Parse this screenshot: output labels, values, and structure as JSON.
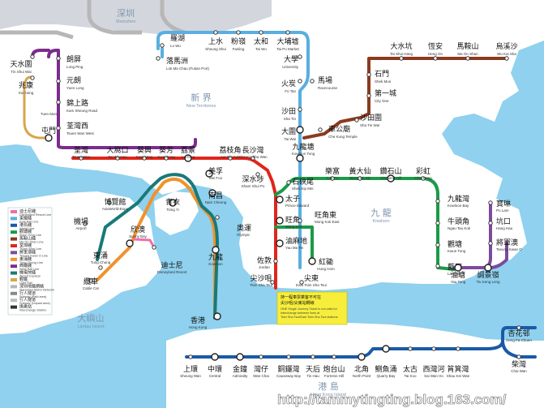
{
  "colors": {
    "water": "#8fd1ee",
    "land": "#ffffff",
    "border_land": "#d3d7dd",
    "east_rail": "#5aaee0",
    "west_rail": "#7b2c8e",
    "tsuen_wan": "#e1251b",
    "kwun_tong": "#1c9a48",
    "tseung_kwan_o": "#7d4a9c",
    "island": "#1a5aa6",
    "tung_chung": "#f0922b",
    "airport_express": "#187a78",
    "ma_on_shan": "#8b3a1f",
    "light_rail": "#d7a64b",
    "disney": "#f06ea9",
    "shenzhen_metro": "#b7b7b7"
  },
  "areas": {
    "shenzhen_zh": "深圳",
    "shenzhen_en": "Shenzhen",
    "new_territories_zh": "新 界",
    "new_territories_en": "New Territories",
    "kowloon_zh": "九 龍",
    "kowloon_en": "Kowloon",
    "lantau_zh": "大嶼山",
    "lantau_en": "Lantau Island",
    "hk_island_zh": "港 島",
    "hk_island_en": "Hong Kong Island"
  },
  "stations": {
    "lo_wu": {
      "zh": "羅湖",
      "en": "Lo Wu"
    },
    "lok_ma_chau": {
      "zh": "落馬洲",
      "en": "Lok Ma Chau (Futian Port)"
    },
    "sheung_shui": {
      "zh": "上水",
      "en": "Sheung Shui"
    },
    "fanling": {
      "zh": "粉嶺",
      "en": "Fanling"
    },
    "tai_wo": {
      "zh": "太和",
      "en": "Tai Wo"
    },
    "tai_po_market": {
      "zh": "大埔墟",
      "en": "Tai Po Market"
    },
    "university": {
      "zh": "大學",
      "en": "University"
    },
    "racecourse": {
      "zh": "馬場",
      "en": "Racecourse"
    },
    "fo_tan": {
      "zh": "火炭",
      "en": "Fo Tan"
    },
    "sha_tin": {
      "zh": "沙田",
      "en": "Sha Tin"
    },
    "tai_wai": {
      "zh": "大圍",
      "en": "Tai Wai"
    },
    "che_kung_temple": {
      "zh": "車公廟",
      "en": "Che Kung Temple"
    },
    "sha_tin_wai": {
      "zh": "沙田圍",
      "en": "Sha Tin Wai"
    },
    "city_one": {
      "zh": "第一城",
      "en": "City One"
    },
    "shek_mun": {
      "zh": "石門",
      "en": "Shek Mun"
    },
    "tai_shui_hang": {
      "zh": "大水坑",
      "en": "Tai Shui Hang"
    },
    "heng_on": {
      "zh": "恆安",
      "en": "Heng On"
    },
    "ma_on_shan": {
      "zh": "馬鞍山",
      "en": "Ma On Shan"
    },
    "wu_kai_sha": {
      "zh": "烏溪沙",
      "en": "Wu Kai Sha"
    },
    "tin_shui_wai": {
      "zh": "天水圍",
      "en": "Tin Shui Wai"
    },
    "siu_hong": {
      "zh": "兆康",
      "en": "Siu Hong"
    },
    "long_ping": {
      "zh": "朗屏",
      "en": "Long Ping"
    },
    "yuen_long": {
      "zh": "元朗",
      "en": "Yuen Long"
    },
    "kam_sheung_road": {
      "zh": "錦上路",
      "en": "Kam Sheung Road"
    },
    "tsuen_wan_west": {
      "zh": "荃灣西",
      "en": "Tsuen Wan West"
    },
    "tuen_mun": {
      "zh": "屯門",
      "en": "Tuen Mun"
    },
    "tsuen_wan": {
      "zh": "荃灣",
      "en": "Tsuen Wan"
    },
    "tai_wo_hau": {
      "zh": "大窩口",
      "en": "Tai Wo Hau"
    },
    "kwai_hing": {
      "zh": "葵興",
      "en": "Kwai Hing"
    },
    "kwai_fong": {
      "zh": "葵芳",
      "en": "Kwai Fong"
    },
    "lai_king": {
      "zh": "荔景",
      "en": "Lai King"
    },
    "lai_chi_kok": {
      "zh": "荔枝角",
      "en": "Lai Chi Kok"
    },
    "cheung_sha_wan": {
      "zh": "長沙灣",
      "en": "Cheung Sha Wan"
    },
    "kowloon_tong": {
      "zh": "九龍塘",
      "en": "Kowloon Tong"
    },
    "mei_foo": {
      "zh": "美孚",
      "en": "Mei Foo"
    },
    "sham_shui_po": {
      "zh": "深水埗",
      "en": "Sham Shui Po"
    },
    "nam_cheong": {
      "zh": "南昌",
      "en": "Nam Cheong"
    },
    "tsing_yi": {
      "zh": "青衣",
      "en": "Tsing Yi"
    },
    "shek_kip_mei": {
      "zh": "石硤尾",
      "en": "Shek Kip Mei"
    },
    "prince_edward": {
      "zh": "太子",
      "en": "Prince Edward"
    },
    "mong_kok": {
      "zh": "旺角",
      "en": "Mong Kok"
    },
    "mong_kok_east": {
      "zh": "旺角東",
      "en": "Mong Kok East"
    },
    "yau_ma_tei": {
      "zh": "油麻地",
      "en": "Yau Ma Tei"
    },
    "olympic": {
      "zh": "奧運",
      "en": "Olympic"
    },
    "kowloon": {
      "zh": "九龍",
      "en": "Kowloon"
    },
    "jordan": {
      "zh": "佐敦",
      "en": "Jordan"
    },
    "hung_hom": {
      "zh": "紅磡",
      "en": "Hung Hom"
    },
    "tsim_sha_tsui": {
      "zh": "尖沙咀",
      "en": "Tsim Sha Tsui"
    },
    "east_tsim_sha_tsui": {
      "zh": "尖東",
      "en": "East Tsim Sha Tsui"
    },
    "lok_fu": {
      "zh": "樂富",
      "en": "Lok Fu"
    },
    "wong_tai_sin": {
      "zh": "黃大仙",
      "en": "Wong Tai Sin"
    },
    "diamond_hill": {
      "zh": "鑽石山",
      "en": "Diamond Hill"
    },
    "choi_hung": {
      "zh": "彩虹",
      "en": "Choi Hung"
    },
    "kowloon_bay": {
      "zh": "九龍灣",
      "en": "Kowloon Bay"
    },
    "ngau_tau_kok": {
      "zh": "牛頭角",
      "en": "Ngau Tau Kok"
    },
    "kwun_tong": {
      "zh": "觀塘",
      "en": "Kwun Tong"
    },
    "lam_tin": {
      "zh": "藍田",
      "en": "Lam Tin"
    },
    "po_lam": {
      "zh": "寶琳",
      "en": "Po Lam"
    },
    "hang_hau": {
      "zh": "坑口",
      "en": "Hang Hau"
    },
    "tseung_kwan_o": {
      "zh": "將軍澳",
      "en": "Tseung Kwan O"
    },
    "tiu_keng_leng": {
      "zh": "調景嶺",
      "en": "Tiu Keng Leng"
    },
    "yau_tong": {
      "zh": "油塘",
      "en": "Yau Tong"
    },
    "asiaworld_expo": {
      "zh": "博覽館",
      "en": "AsiaWorld-Expo"
    },
    "airport": {
      "zh": "機場",
      "en": "Airport"
    },
    "sunny_bay": {
      "zh": "欣澳",
      "en": "Sunny Bay"
    },
    "tung_chung": {
      "zh": "東涌",
      "en": "Tung Chung"
    },
    "disneyland": {
      "zh": "迪士尼",
      "en": "Disneyland Resort"
    },
    "cable_car": {
      "zh": "纜車",
      "en": "Cable Car"
    },
    "hong_kong": {
      "zh": "香港",
      "en": "Hong Kong"
    },
    "sheung_wan": {
      "zh": "上環",
      "en": "Sheung Wan"
    },
    "central": {
      "zh": "中環",
      "en": "Central"
    },
    "admiralty": {
      "zh": "金鐘",
      "en": "Admiralty"
    },
    "wan_chai": {
      "zh": "灣仔",
      "en": "Wan Chai"
    },
    "causeway_bay": {
      "zh": "銅鑼灣",
      "en": "Causeway Bay"
    },
    "tin_hau": {
      "zh": "天后",
      "en": "Tin Hau"
    },
    "fortress_hill": {
      "zh": "炮台山",
      "en": "Fortress Hill"
    },
    "north_point": {
      "zh": "北角",
      "en": "North Point"
    },
    "quarry_bay": {
      "zh": "鰂魚涌",
      "en": "Quarry Bay"
    },
    "tai_koo": {
      "zh": "太古",
      "en": "Tai Koo"
    },
    "sai_wan_ho": {
      "zh": "西灣河",
      "en": "Sai Wan Ho"
    },
    "shau_kei_wan": {
      "zh": "筲箕灣",
      "en": "Shau Kei Wan"
    },
    "heng_fa_chuen": {
      "zh": "杏花邨",
      "en": "Heng Fa Chuen"
    },
    "chai_wan": {
      "zh": "柴灣",
      "en": "Chai Wan"
    }
  },
  "legend": [
    {
      "zh": "迪士尼綫",
      "en": "Disneyland Resort Line",
      "color": "#f06ea9"
    },
    {
      "zh": "東鐵綫",
      "en": "East Rail Line",
      "color": "#5aaee0"
    },
    {
      "zh": "港島綫",
      "en": "Island Line",
      "color": "#1a5aa6"
    },
    {
      "zh": "觀塘綫",
      "en": "Kwun Tong Line",
      "color": "#1c9a48"
    },
    {
      "zh": "馬鞍山綫",
      "en": "Ma On Shan Line",
      "color": "#8b3a1f"
    },
    {
      "zh": "荃灣綫",
      "en": "Tsuen Wan Line",
      "color": "#e1251b"
    },
    {
      "zh": "將軍澳綫",
      "en": "Tseung Kwan O Line",
      "color": "#7d4a9c"
    },
    {
      "zh": "東涌綫",
      "en": "Tung Chung Line",
      "color": "#f0922b"
    },
    {
      "zh": "西鐵綫",
      "en": "West Rail Line",
      "color": "#7b2c8e"
    },
    {
      "zh": "機場快綫",
      "en": "Airport Express",
      "color": "#187a78"
    },
    {
      "zh": "輕鐵",
      "en": "Light Rail",
      "color": "#d7a64b"
    },
    {
      "zh": "深圳地鐵網絡",
      "en": "Shenzhen Metro Network",
      "color": "#b7b7b7"
    },
    {
      "zh": "行人隧道",
      "en": "Subway (Paid area)",
      "color": "#888888"
    },
    {
      "zh": "行人隧道",
      "en": "Subway (Unpaid area)",
      "color": "#bbbbbb"
    },
    {
      "zh": "換乘站",
      "en": "Interchange Station",
      "color": "#333333"
    }
  ],
  "notice": {
    "line1": "持一程車票乘客不可在",
    "line2": "尖沙咀/尖東站轉線",
    "line3": "ONE Single Journey Ticket is not valid for",
    "line4": "interchange between lines at",
    "line5": "Tsim Sha Tsui/East Tsim Sha Tsui stations"
  },
  "watermark": "http://tammytingting.blog.163.com/"
}
